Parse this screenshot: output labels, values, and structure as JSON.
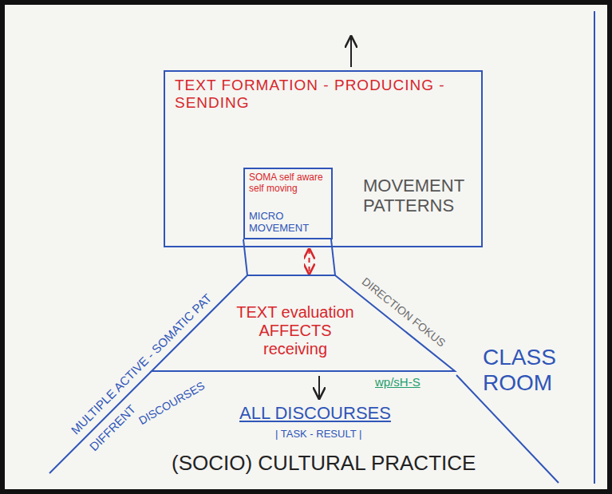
{
  "diagram": {
    "nodes": [
      {
        "text": [
          "TEXT FORMATION - PRODUCING - SENDING"
        ]
      },
      {
        "text": [
          "SOMA self aware self moving",
          "MICRO MOVEMENT"
        ],
        "in": 0
      },
      {
        "text": [
          "TEXT evaluation AFFECTS receiving"
        ]
      }
    ],
    "edges": [
      {
        "from": 0,
        "to": 2,
        "arrow": "both"
      }
    ],
    "labels": [
      "MOVEMENT PATTERNS",
      "MULTIPLE ACTIVE - SOMATIC PAT",
      "DIFFRENT",
      "DISCOURSES",
      "DIRECTION FOKUS",
      "wp/sH-S",
      "CLASS ROOM",
      "ALL DISCOURSES",
      "| TASK - RESULT |",
      "(SOCIO) CULTURAL PRACTICE"
    ]
  }
}
